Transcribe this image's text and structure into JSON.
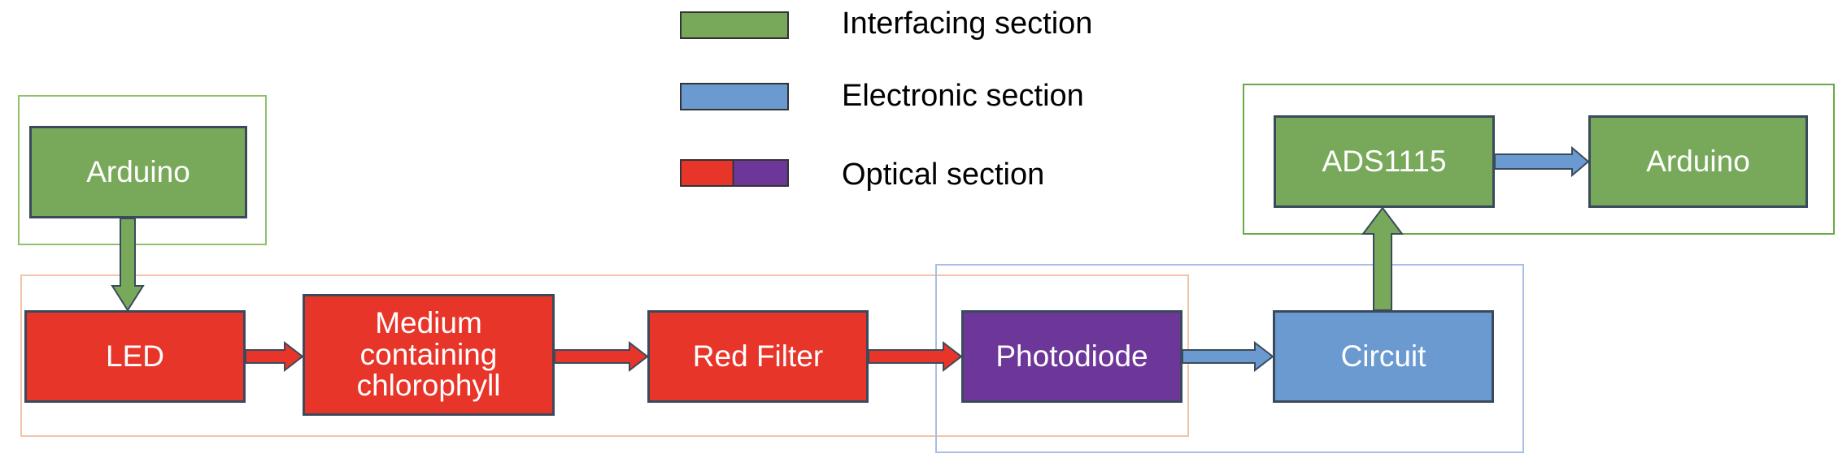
{
  "legend": {
    "interfacing": "Interfacing section",
    "electronic": "Electronic section",
    "optical": "Optical section"
  },
  "nodes": {
    "arduino_top_left": "Arduino",
    "led": "LED",
    "medium": "Medium containing chlorophyll",
    "red_filter": "Red Filter",
    "photodiode": "Photodiode",
    "circuit": "Circuit",
    "ads1115": "ADS1115",
    "arduino_right": "Arduino"
  },
  "colors": {
    "interfacing": "#78a95a",
    "electronic": "#6a9ad0",
    "optical_red": "#e8352a",
    "optical_purple": "#6d3799"
  },
  "edges": [
    {
      "from": "arduino_top_left",
      "to": "led"
    },
    {
      "from": "led",
      "to": "medium"
    },
    {
      "from": "medium",
      "to": "red_filter"
    },
    {
      "from": "red_filter",
      "to": "photodiode"
    },
    {
      "from": "photodiode",
      "to": "circuit"
    },
    {
      "from": "circuit",
      "to": "ads1115"
    },
    {
      "from": "ads1115",
      "to": "arduino_right"
    }
  ]
}
